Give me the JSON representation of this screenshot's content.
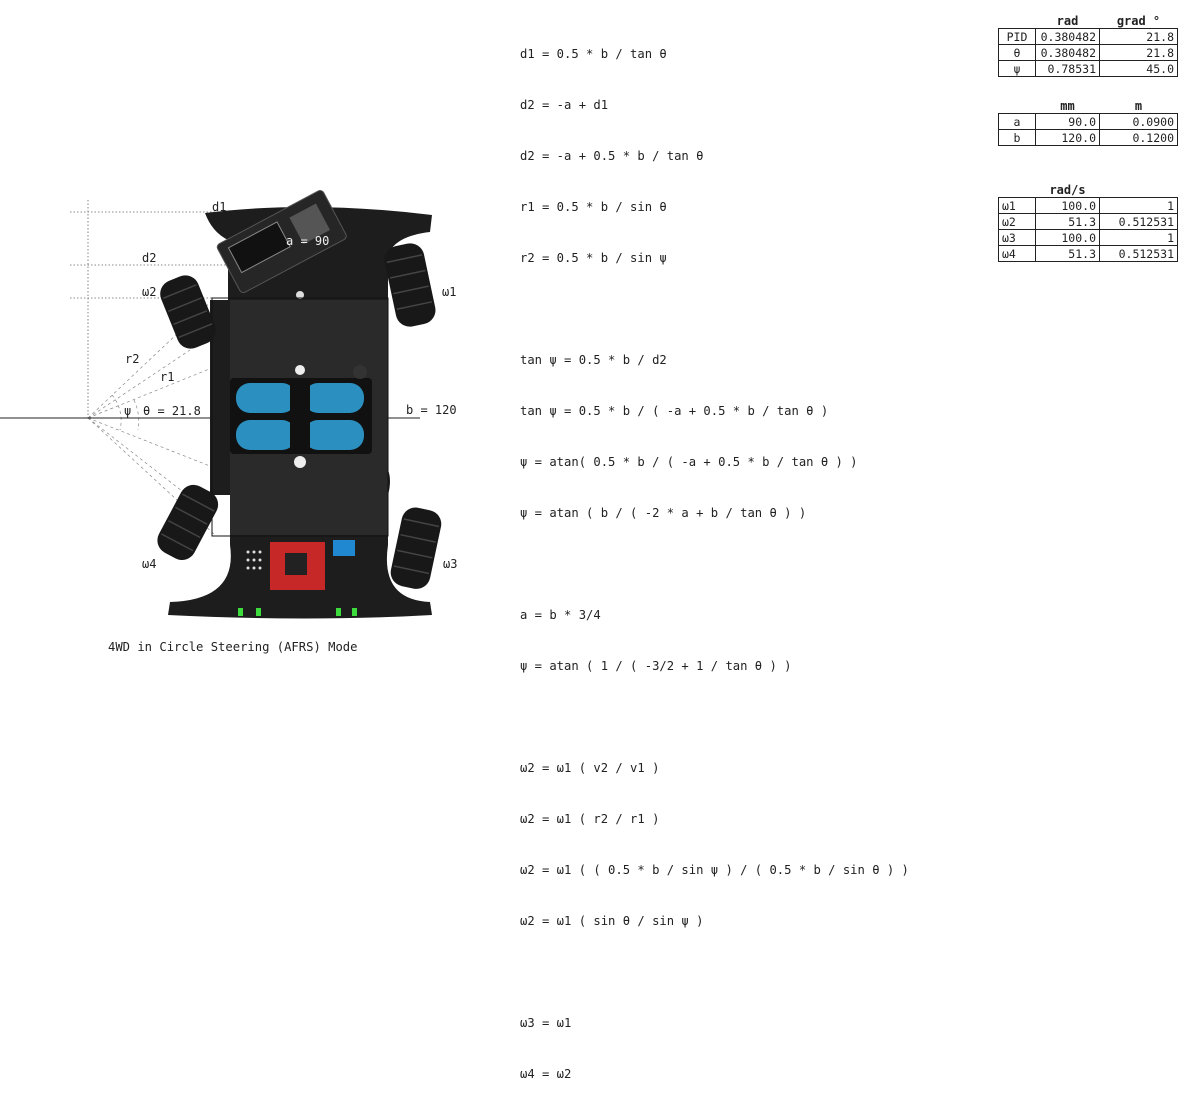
{
  "diagram": {
    "labels": {
      "d1": "d1",
      "d2": "d2",
      "a": "a = 90",
      "b": "b = 120",
      "r1": "r1",
      "r2": "r2",
      "psi": "ψ",
      "theta": "θ = 21.8",
      "w1": "ω1",
      "w2": "ω2",
      "w3": "ω3",
      "w4": "ω4"
    },
    "caption": "4WD in Circle Steering (AFRS) Mode"
  },
  "formulas": [
    "d1 = 0.5 * b / tan θ",
    "d2 = -a + d1",
    "d2 = -a + 0.5 * b / tan θ",
    "r1 = 0.5 * b / sin θ",
    "r2 = 0.5 * b / sin ψ",
    "",
    "tan ψ = 0.5 * b / d2",
    "tan ψ = 0.5 * b / ( -a + 0.5 * b / tan θ )",
    "ψ = atan( 0.5 * b / ( -a + 0.5 * b / tan θ ) )",
    "ψ = atan ( b / ( -2 * a + b / tan θ ) )",
    "",
    "a = b * 3/4",
    "ψ = atan ( 1 / ( -3/2 + 1 / tan θ ) )",
    "",
    "ω2 = ω1 ( v2 / v1 )",
    "ω2 = ω1 ( r2 / r1 )",
    "ω2 = ω1 ( ( 0.5 * b / sin ψ ) / ( 0.5 * b / sin θ ) )",
    "ω2 = ω1 ( sin θ / sin ψ )",
    "",
    "ω3 = ω1",
    "ω4 = ω2"
  ],
  "tables": {
    "angles": {
      "headers": [
        "",
        "rad",
        "grad °"
      ],
      "rows": [
        [
          "PID",
          "0.380482",
          "21.8"
        ],
        [
          "θ",
          "0.380482",
          "21.8"
        ],
        [
          "ψ",
          "0.78531",
          "45.0"
        ]
      ]
    },
    "lengths": {
      "headers": [
        "",
        "mm",
        "m"
      ],
      "rows": [
        [
          "a",
          "90.0",
          "0.0900"
        ],
        [
          "b",
          "120.0",
          "0.1200"
        ]
      ]
    },
    "speeds": {
      "headers": [
        "",
        "rad/s",
        ""
      ],
      "rows": [
        [
          "ω1",
          "100.0",
          "1"
        ],
        [
          "ω2",
          "51.3",
          "0.512531"
        ],
        [
          "ω3",
          "100.0",
          "1"
        ],
        [
          "ω4",
          "51.3",
          "0.512531"
        ]
      ]
    }
  }
}
